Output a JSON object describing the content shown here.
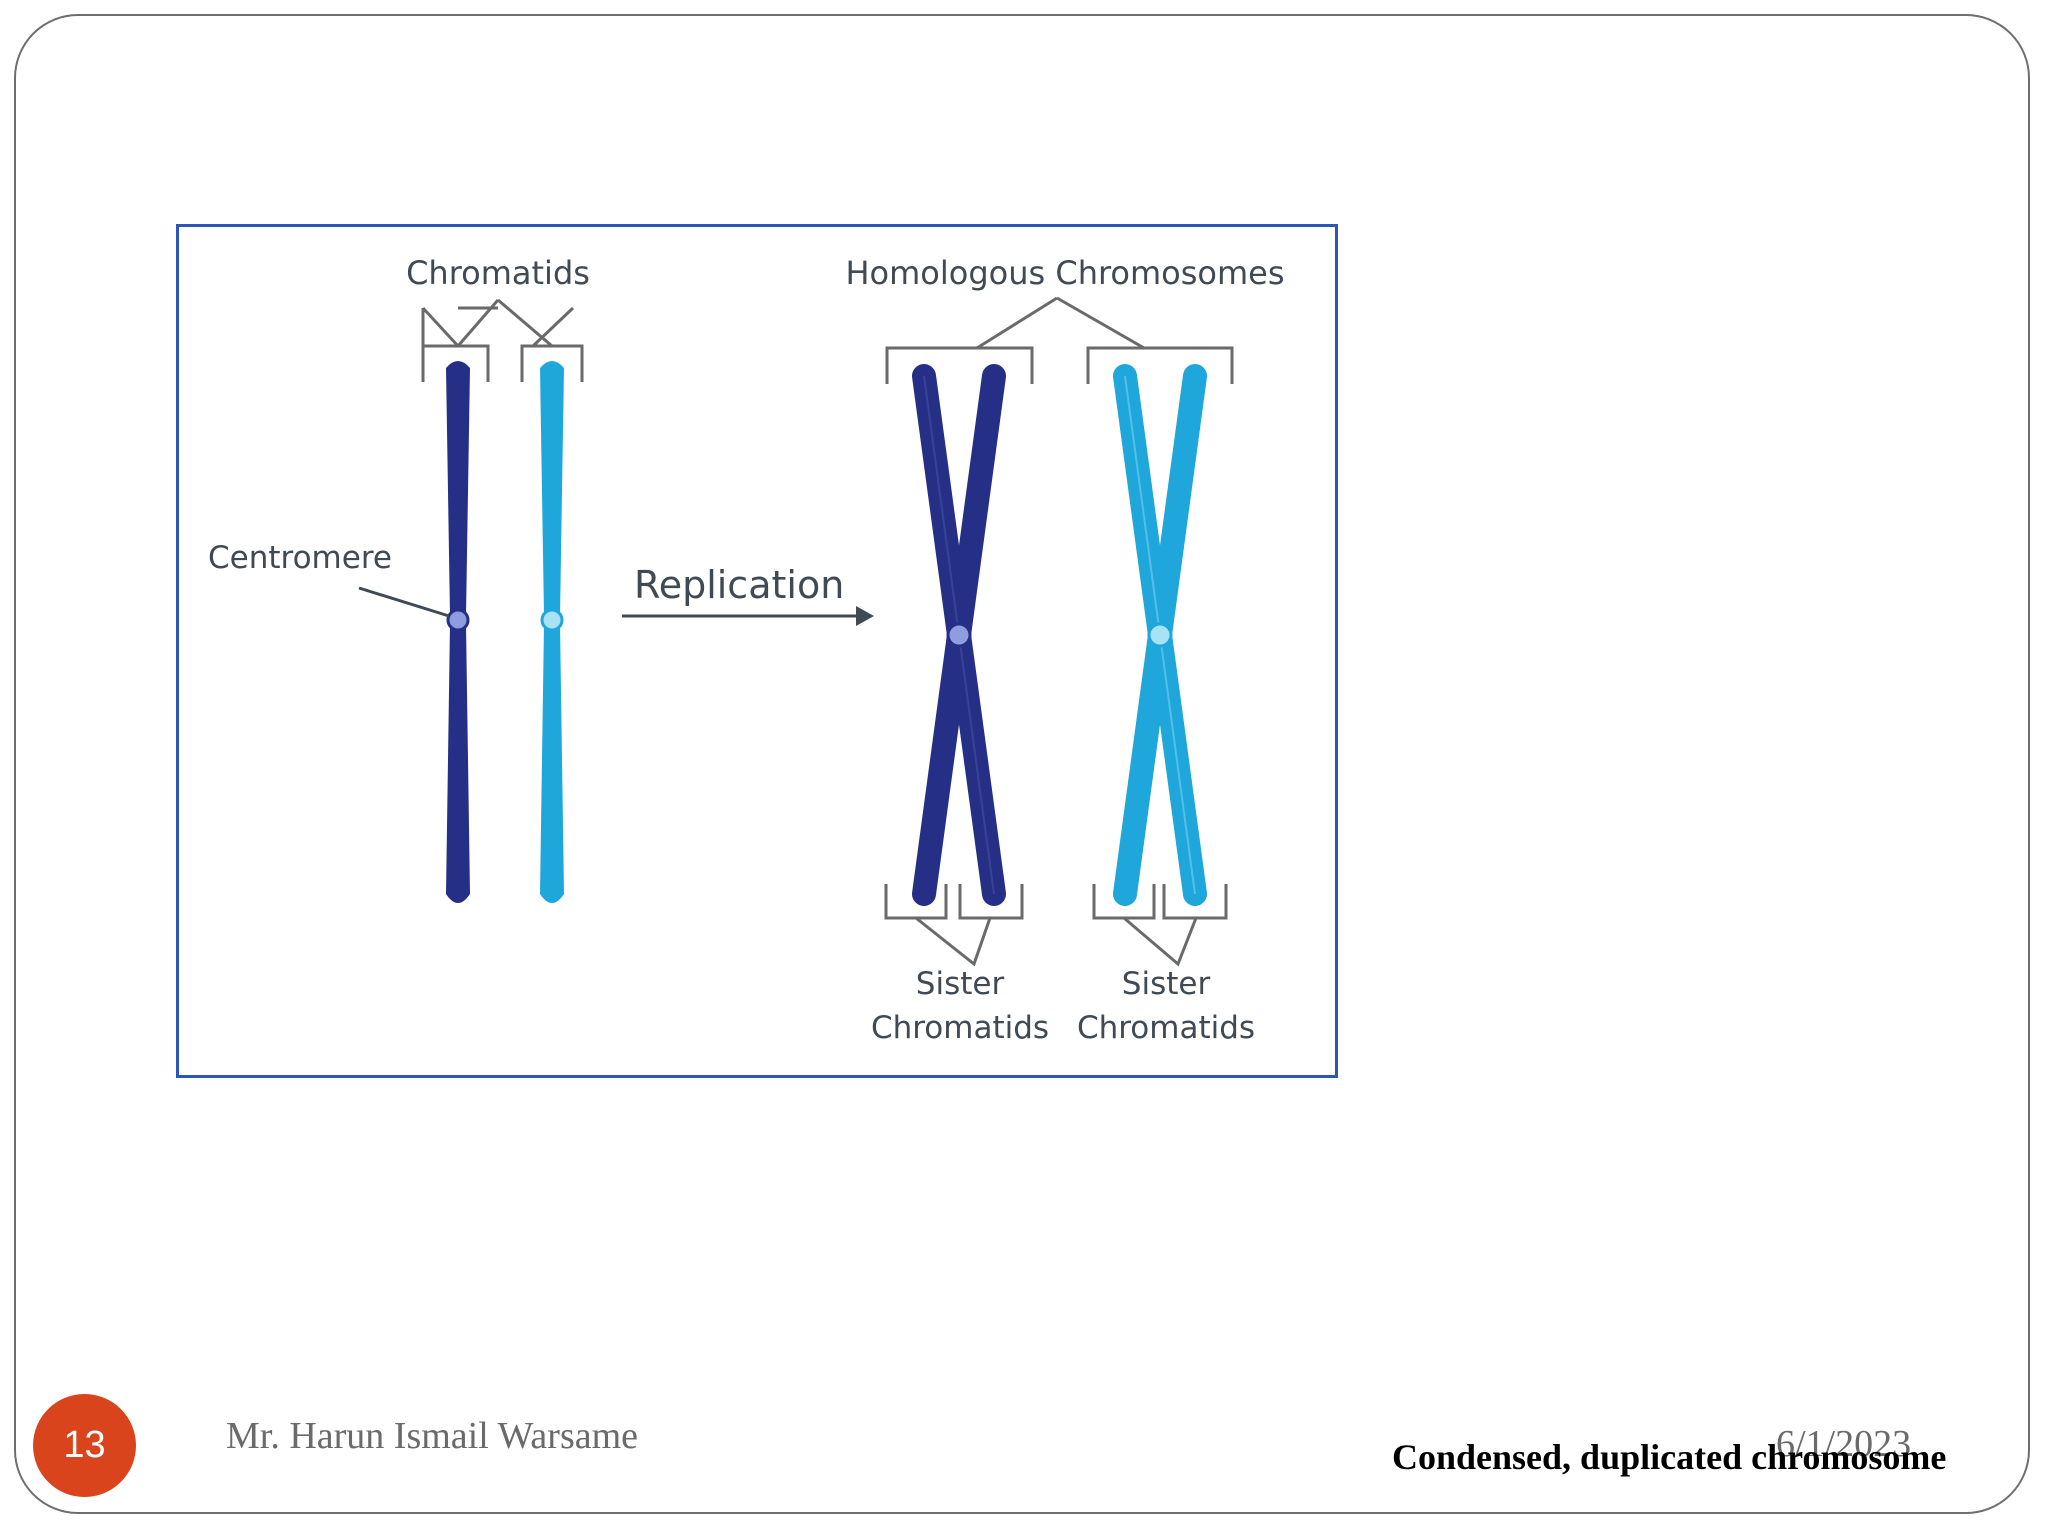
{
  "diagram": {
    "labels": {
      "chromatids": "Chromatids",
      "homologous": "Homologous Chromosomes",
      "centromere": "Centromere",
      "replication": "Replication",
      "sister1_line1": "Sister",
      "sister1_line2": "Chromatids",
      "sister2_line1": "Sister",
      "sister2_line2": "Chromatids"
    },
    "colors": {
      "dark_chromosome": "#262f86",
      "light_chromosome": "#1fa7db",
      "border": "#2b58b8"
    }
  },
  "footer": {
    "page_number": "13",
    "author": "Mr. Harun Ismail Warsame",
    "date": "6/1/2023",
    "caption": "Condensed, duplicated chromosome"
  }
}
